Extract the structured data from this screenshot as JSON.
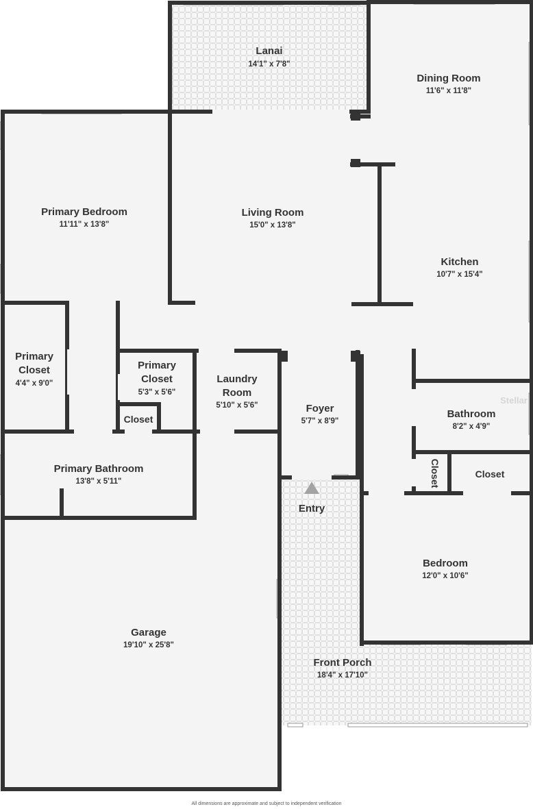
{
  "rooms": {
    "lanai": {
      "name": "Lanai",
      "dim": "14'1\" x 7'8\""
    },
    "dining_room": {
      "name": "Dining Room",
      "dim": "11'6\" x 11'8\""
    },
    "primary_bedroom": {
      "name": "Primary Bedroom",
      "dim": "11'11\" x 13'8\""
    },
    "living_room": {
      "name": "Living Room",
      "dim": "15'0\" x 13'8\""
    },
    "kitchen": {
      "name": "Kitchen",
      "dim": "10'7\" x 15'4\""
    },
    "primary_closet_left": {
      "name_line1": "Primary",
      "name_line2": "Closet",
      "dim": "4'4\" x 9'0\""
    },
    "primary_closet_mid": {
      "name_line1": "Primary",
      "name_line2": "Closet",
      "dim": "5'3\" x 5'6\""
    },
    "laundry_room": {
      "name_line1": "Laundry",
      "name_line2": "Room",
      "dim": "5'10\" x 5'6\""
    },
    "closet_small": {
      "name": "Closet"
    },
    "foyer": {
      "name": "Foyer",
      "dim": "5'7\" x 8'9\""
    },
    "bathroom": {
      "name": "Bathroom",
      "dim": "8'2\" x 4'9\""
    },
    "closet_vertical": {
      "name": "Closet"
    },
    "closet_right": {
      "name": "Closet"
    },
    "primary_bathroom": {
      "name": "Primary Bathroom",
      "dim": "13'8\" x 5'11\""
    },
    "entry": {
      "name": "Entry"
    },
    "bedroom": {
      "name": "Bedroom",
      "dim": "12'0\" x 10'6\""
    },
    "garage": {
      "name": "Garage",
      "dim": "19'10\" x 25'8\""
    },
    "front_porch": {
      "name": "Front Porch",
      "dim": "18'4\" x 17'10\""
    }
  },
  "watermark": "Stellar",
  "footnote": "All dimensions are approximate and subject to independent verification",
  "colors": {
    "wall": "#333333",
    "floor": "#f4f4f4",
    "tile": "#d9d9d9",
    "entry_arrow": "#a3a3a3"
  }
}
